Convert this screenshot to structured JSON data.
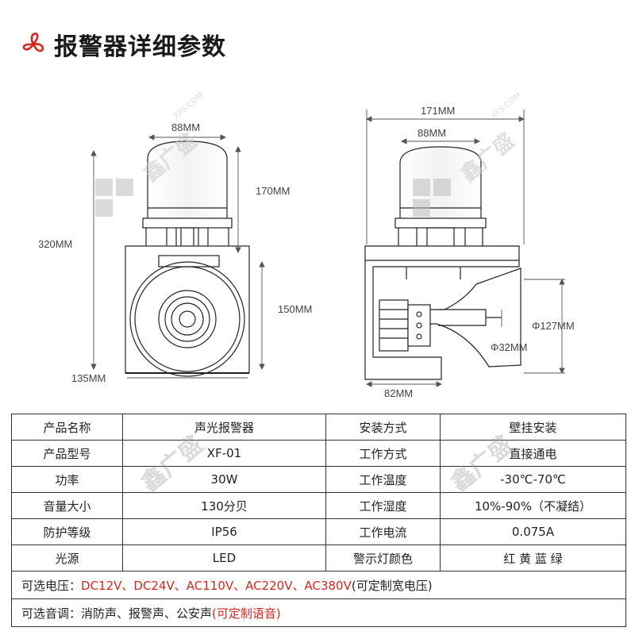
{
  "header": {
    "title": "报警器详细参数",
    "logo_icon": "fan-petal-icon",
    "logo_color": "#d6261b"
  },
  "dimensions": {
    "front_top_width": "88MM",
    "front_total_height": "320MM",
    "front_lamp_height": "170MM",
    "front_body_height": "150MM",
    "front_bottom_width": "135MM",
    "side_total_width": "171MM",
    "side_lamp_width": "88MM",
    "side_horn_diameter": "Φ127MM",
    "side_inner_diameter": "Φ32MM",
    "side_depth": "82MM"
  },
  "watermark": {
    "text": "鑫广盛",
    "sub": "XFS.COM"
  },
  "specs": [
    {
      "k1": "产品名称",
      "v1": "声光报警器",
      "k2": "安装方式",
      "v2": "壁挂安装"
    },
    {
      "k1": "产品型号",
      "v1": "XF-01",
      "k2": "工作方式",
      "v2": "直接通电"
    },
    {
      "k1": "功率",
      "v1": "30W",
      "k2": "工作温度",
      "v2": "-30℃-70℃"
    },
    {
      "k1": "音量大小",
      "v1": "130分贝",
      "k2": "工作湿度",
      "v2": "10%-90%（不凝结）"
    },
    {
      "k1": "防护等级",
      "v1": "IP56",
      "k2": "工作电流",
      "v2": "0.075A"
    },
    {
      "k1": "光源",
      "v1": "LED",
      "k2": "警示灯颜色",
      "v2": "红 黄 蓝 绿"
    }
  ],
  "voltage": {
    "label": "可选电压：",
    "values": "DC12V、DC24V、AC110V、AC220V、AC380V",
    "suffix": "(可定制宽电压)"
  },
  "tones": {
    "label": "可选音调：",
    "values": "消防声、报警声、公安声",
    "custom": "(可定制语音)"
  }
}
